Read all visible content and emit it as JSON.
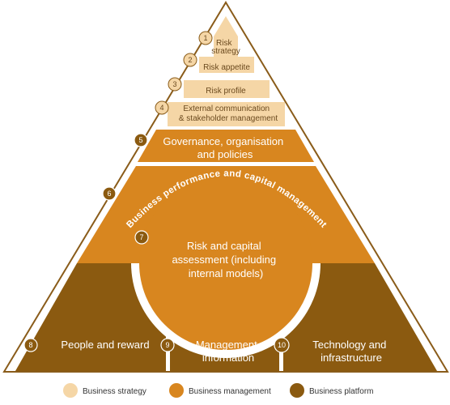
{
  "colors": {
    "strategy": "#f5d6a6",
    "management": "#d8861f",
    "platform": "#8b5a10",
    "frame": "#8a5c1a",
    "marker": "#8b5a10"
  },
  "layers": {
    "risk_strategy": {
      "number": "1",
      "line1": "Risk",
      "line2": "strategy"
    },
    "risk_appetite": {
      "number": "2",
      "label": "Risk appetite"
    },
    "risk_profile": {
      "number": "3",
      "label": "Risk profile"
    },
    "external_comm": {
      "number": "4",
      "line1": "External communication",
      "line2": "& stakeholder management"
    },
    "governance": {
      "number": "5",
      "line1": "Governance, organisation",
      "line2": "and policies"
    },
    "business_performance": {
      "number": "6",
      "label": "Business performance and capital management"
    },
    "risk_capital": {
      "number": "7",
      "line1": "Risk and capital",
      "line2": "assessment (including",
      "line3": "internal models)"
    },
    "people_reward": {
      "number": "8",
      "label": "People and reward"
    },
    "management_info": {
      "number": "9",
      "line1": "Management",
      "line2": "information"
    },
    "technology": {
      "number": "10",
      "line1": "Technology and",
      "line2": "infrastructure"
    }
  },
  "legend": [
    {
      "label": "Business strategy",
      "color": "#f5d6a6"
    },
    {
      "label": "Business management",
      "color": "#d8861f"
    },
    {
      "label": "Business platform",
      "color": "#8b5a10"
    }
  ]
}
